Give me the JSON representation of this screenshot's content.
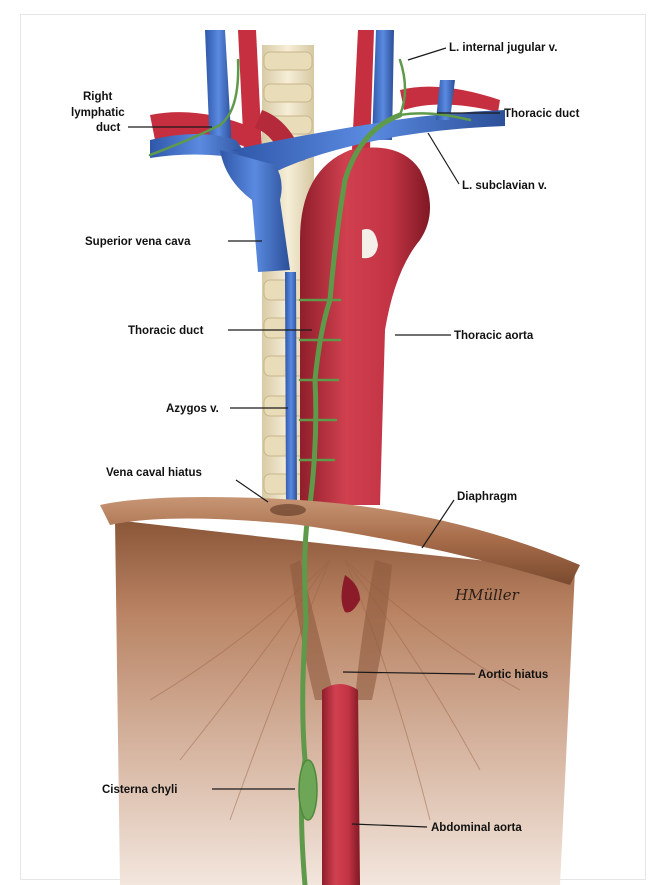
{
  "labels": {
    "l_internal_jugular": "L. internal jugular v.",
    "right_lymphatic_1": "Right",
    "right_lymphatic_2": "lymphatic",
    "right_lymphatic_3": "duct",
    "thoracic_duct_upper": "Thoracic duct",
    "l_subclavian": "L. subclavian v.",
    "superior_vena_cava": "Superior vena cava",
    "thoracic_duct_mid": "Thoracic duct",
    "thoracic_aorta": "Thoracic aorta",
    "azygos": "Azygos v.",
    "vena_caval_hiatus": "Vena caval hiatus",
    "diaphragm": "Diaphragm",
    "aortic_hiatus": "Aortic hiatus",
    "cisterna_chyli": "Cisterna chyli",
    "abdominal_aorta": "Abdominal aorta"
  },
  "signature": "HMüller",
  "colors": {
    "artery": "#c62f3f",
    "vein": "#3f6fc6",
    "lymph": "#5f9a4a",
    "muscle": "#b07a58",
    "bone": "#efe4c6"
  }
}
